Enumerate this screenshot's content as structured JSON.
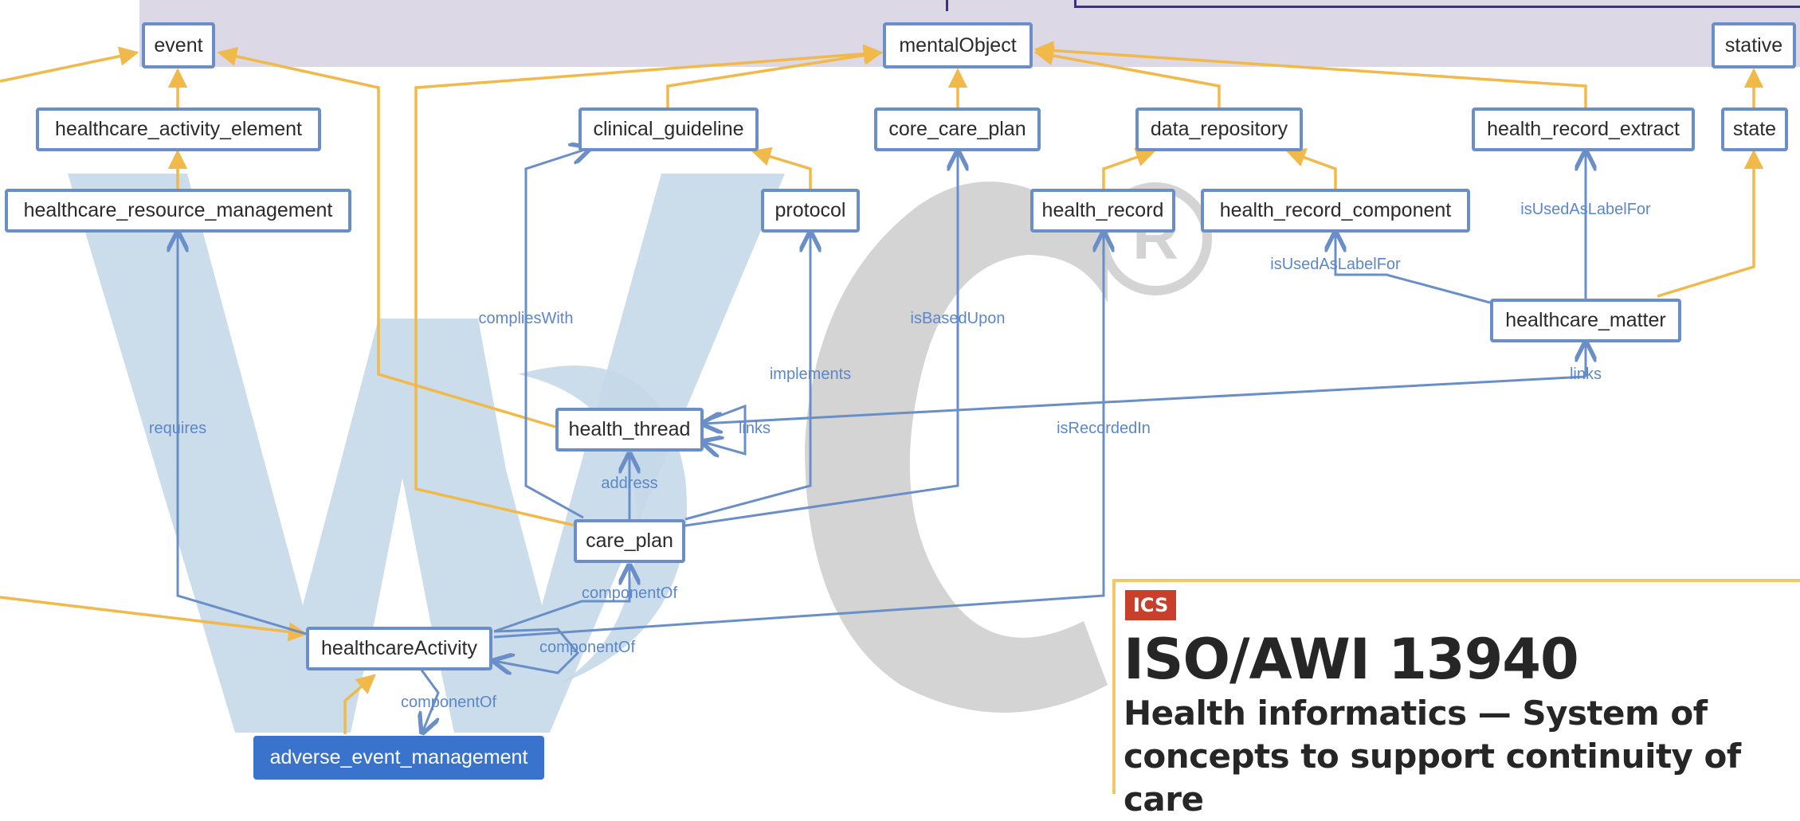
{
  "nodes": {
    "event": "event",
    "mentalObject": "mentalObject",
    "stative": "stative",
    "healthcare_activity_element": "healthcare_activity_element",
    "clinical_guideline": "clinical_guideline",
    "core_care_plan": "core_care_plan",
    "data_repository": "data_repository",
    "health_record_extract": "health_record_extract",
    "state": "state",
    "healthcare_resource_management": "healthcare_resource_management",
    "protocol": "protocol",
    "health_record": "health_record",
    "health_record_component": "health_record_component",
    "healthcare_matter": "healthcare_matter",
    "health_thread": "health_thread",
    "care_plan": "care_plan",
    "healthcareActivity": "healthcareActivity",
    "adverse_event_management": "adverse_event_management"
  },
  "edge_labels": {
    "compliesWith": "compliesWith",
    "implements": "implements",
    "isBasedUpon": "isBasedUpon",
    "isRecordedIn": "isRecordedIn",
    "isUsedAsLabelFor_1": "isUsedAsLabelFor",
    "isUsedAsLabelFor_2": "isUsedAsLabelFor",
    "links_1": "links",
    "links_2": "links",
    "requires": "requires",
    "address": "address",
    "componentOf_1": "componentOf",
    "componentOf_2": "componentOf",
    "componentOf_3": "componentOf"
  },
  "ics_panel": {
    "badge": "ICS",
    "title": "ISO/AWI 13940",
    "subtitle": "Health informatics — System of concepts to support continuity of care"
  },
  "colors": {
    "subclass_edge": "#f0b94a",
    "relation_edge": "#6a8fc8",
    "node_border": "#6a8fc8",
    "selected_node": "#3a73cc",
    "top_band": "#dcd8e6",
    "watermark_blue": "#c5d8e8",
    "watermark_gray": "#cfcfcf",
    "badge": "#c8402c"
  },
  "watermark": "W3C®"
}
